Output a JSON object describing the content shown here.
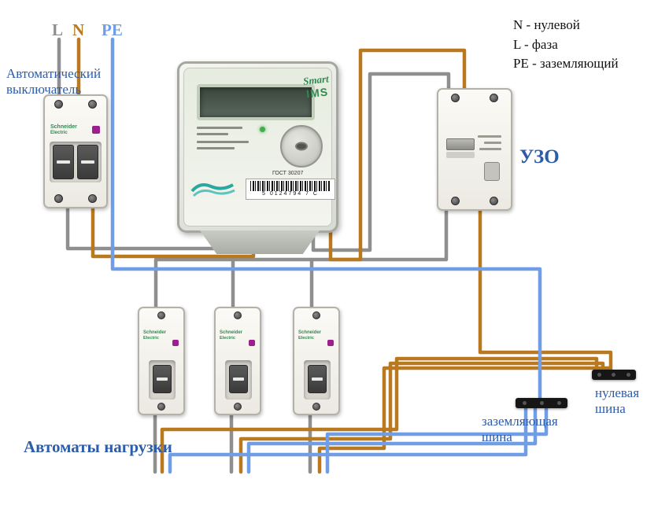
{
  "colors": {
    "phase": "#8f8f8f",
    "neutral": "#b9791e",
    "ground": "#6f9de6",
    "label": "#2d5ca8",
    "brand_green": "#2e8b4f",
    "brand_purple": "#9c1f8e"
  },
  "top_terminals": {
    "phase": "L",
    "neutral": "N",
    "ground": "PE"
  },
  "legend": {
    "items": [
      {
        "text": "N - нулевой"
      },
      {
        "text": "L - фаза"
      },
      {
        "text": "PE - заземляющий"
      }
    ]
  },
  "labels": {
    "main_breaker": "Автоматический выключатель",
    "rcd": "УЗО",
    "load_breakers": "Автоматы нагрузки",
    "neutral_bus": "нулевая шина",
    "ground_bus": "заземляющая шина"
  },
  "meter": {
    "brand_line1": "Smart",
    "brand_line2": "IMS",
    "gost": "ГОСТ 30207",
    "barcode_number": "5 0124794 7 C"
  },
  "breaker_brand": {
    "line1": "Schneider",
    "line2": "Electric"
  }
}
